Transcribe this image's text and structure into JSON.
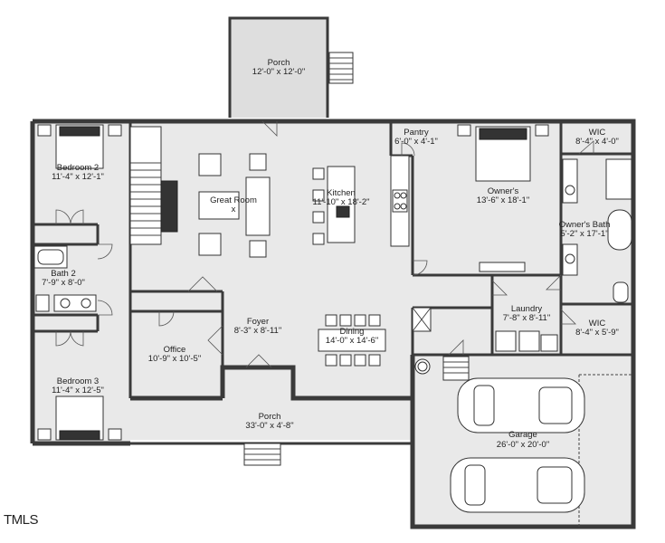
{
  "rooms": {
    "porch_top": {
      "name": "Porch",
      "dims": "12'-0\" x 12'-0\""
    },
    "bedroom2": {
      "name": "Bedroom 2",
      "dims": "11'-4\" x 12'-1\""
    },
    "great_room": {
      "name": "Great Room",
      "dims": "x"
    },
    "kitchen": {
      "name": "Kitchen",
      "dims": "11'-10\" x 18'-2\""
    },
    "pantry": {
      "name": "Pantry",
      "dims": "6'-0\" x 4'-1\""
    },
    "owners": {
      "name": "Owner's",
      "dims": "13'-6\" x 18'-1\""
    },
    "wic_top": {
      "name": "WIC",
      "dims": "8'-4\" x 4'-0\""
    },
    "owners_bath": {
      "name": "Owner's Bath",
      "dims": "5'-2\" x 17'-1\""
    },
    "bath2": {
      "name": "Bath 2",
      "dims": "7'-9\" x 8'-0\""
    },
    "foyer": {
      "name": "Foyer",
      "dims": "8'-3\" x 8'-11\""
    },
    "office": {
      "name": "Office",
      "dims": "10'-9\" x 10'-5\""
    },
    "dining": {
      "name": "Dining",
      "dims": "14'-0\" x 14'-6\""
    },
    "laundry": {
      "name": "Laundry",
      "dims": "7'-8\" x 8'-11\""
    },
    "wic_bottom": {
      "name": "WIC",
      "dims": "8'-4\" x 5'-9\""
    },
    "bedroom3": {
      "name": "Bedroom 3",
      "dims": "11'-4\" x 12'-5\""
    },
    "porch_front": {
      "name": "Porch",
      "dims": "33'-0\" x 4'-8\""
    },
    "garage": {
      "name": "Garage",
      "dims": "26'-0\" x 20'-0\""
    }
  },
  "watermark": "TMLS"
}
